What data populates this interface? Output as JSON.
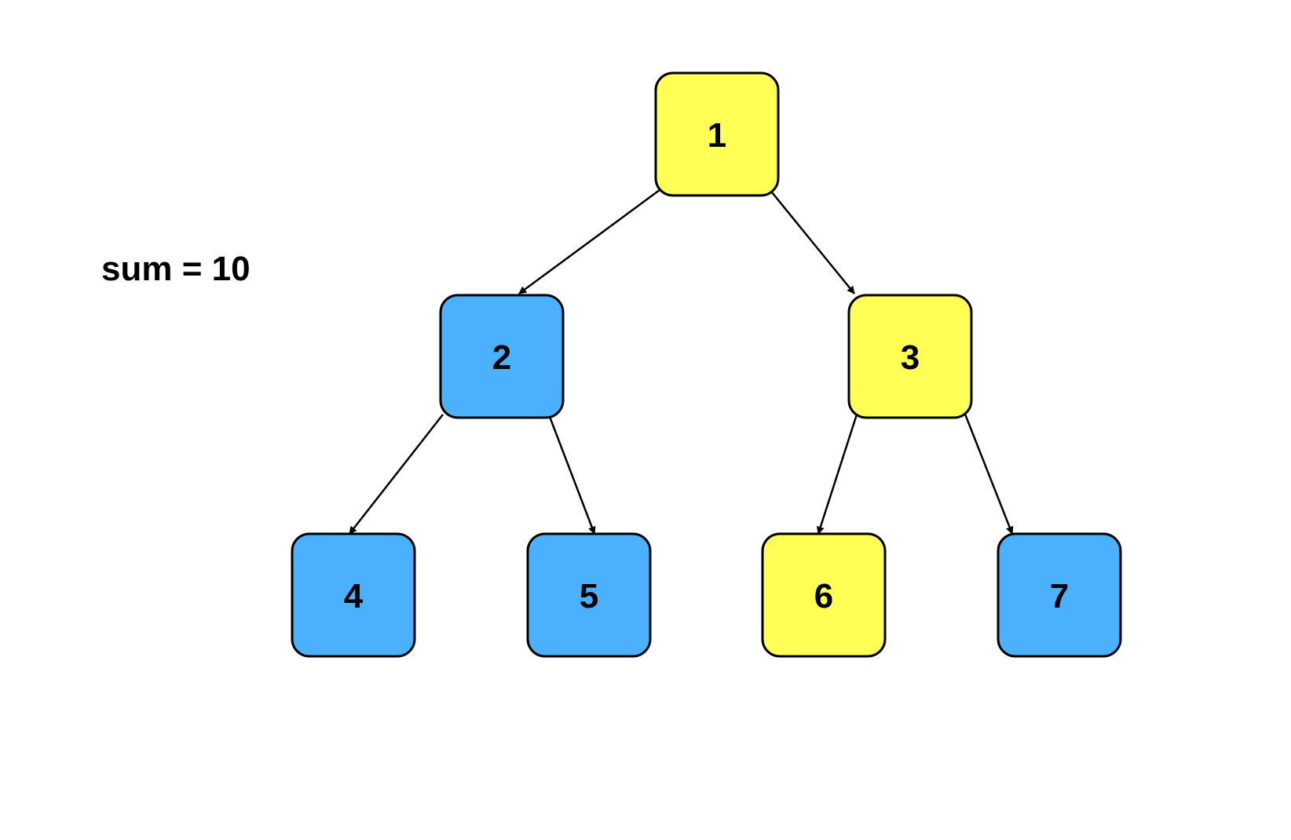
{
  "sum_label": "sum = 10",
  "colors": {
    "highlight": "#FFFF55",
    "default": "#4BB1FF",
    "stroke": "#000000",
    "background": "#FFFFFF"
  },
  "tree": {
    "nodes": [
      {
        "id": "1",
        "label": "1",
        "state": "highlight"
      },
      {
        "id": "2",
        "label": "2",
        "state": "default"
      },
      {
        "id": "3",
        "label": "3",
        "state": "highlight"
      },
      {
        "id": "4",
        "label": "4",
        "state": "default"
      },
      {
        "id": "5",
        "label": "5",
        "state": "default"
      },
      {
        "id": "6",
        "label": "6",
        "state": "highlight"
      },
      {
        "id": "7",
        "label": "7",
        "state": "default"
      }
    ],
    "edges": [
      {
        "from": "1",
        "to": "2"
      },
      {
        "from": "1",
        "to": "3"
      },
      {
        "from": "2",
        "to": "4"
      },
      {
        "from": "2",
        "to": "5"
      },
      {
        "from": "3",
        "to": "6"
      },
      {
        "from": "3",
        "to": "7"
      }
    ]
  }
}
